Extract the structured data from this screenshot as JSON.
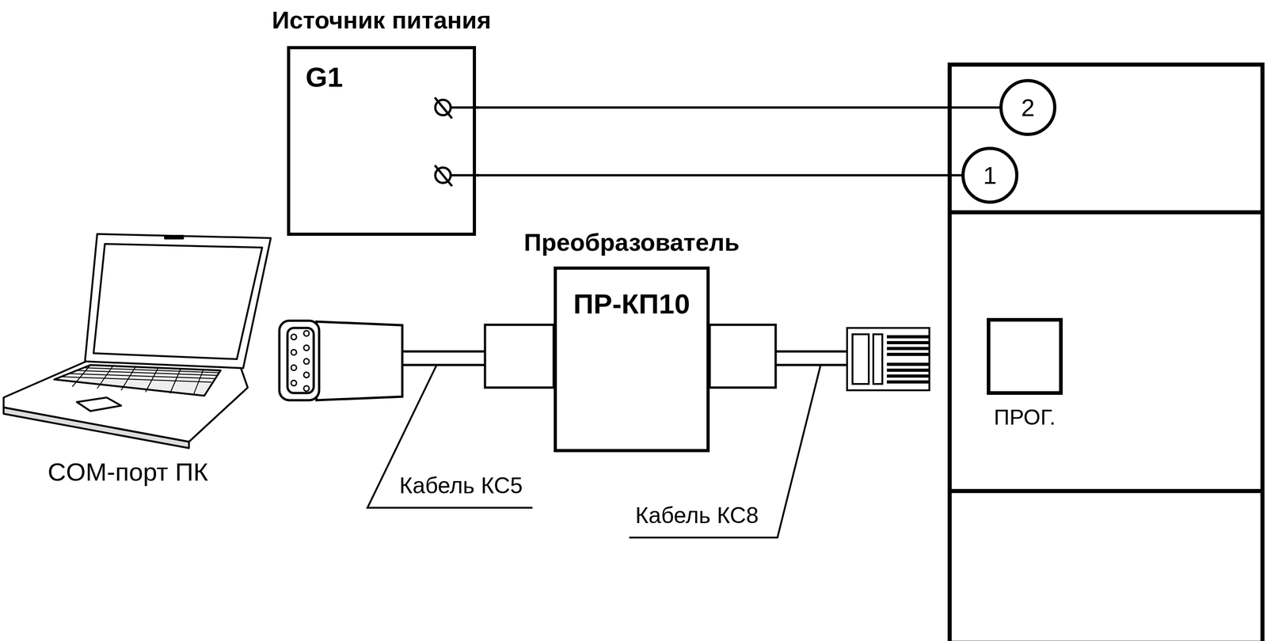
{
  "diagram": {
    "nodes": [
      {
        "text": [
          "Источник питания",
          "G1"
        ]
      },
      {
        "text": [
          "2"
        ]
      },
      {
        "text": [
          "1"
        ]
      },
      {
        "text": [
          "Преобразователь",
          "ПР-КП10"
        ]
      }
    ],
    "edges": [
      {
        "from": 0,
        "to": 1,
        "arrow": "none"
      },
      {
        "from": 0,
        "to": 2,
        "arrow": "none"
      }
    ],
    "labels": [
      "COM-порт ПК",
      "Кабель КС5",
      "Кабель КС8",
      "ПРОГ."
    ]
  }
}
